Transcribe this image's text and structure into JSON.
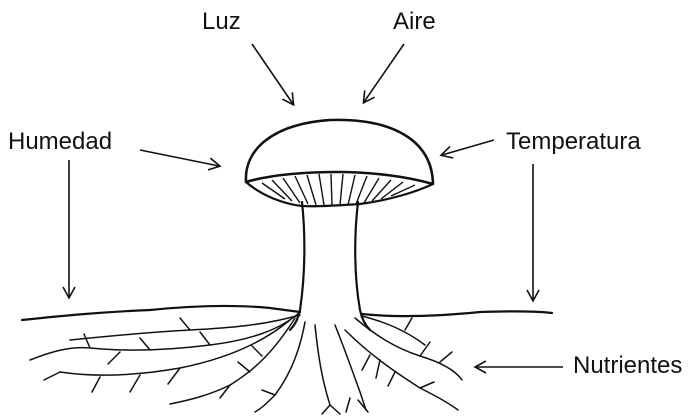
{
  "diagram": {
    "labels": {
      "light": "Luz",
      "air": "Aire",
      "humidity": "Humedad",
      "temperature": "Temperatura",
      "nutrients": "Nutrientes"
    }
  }
}
